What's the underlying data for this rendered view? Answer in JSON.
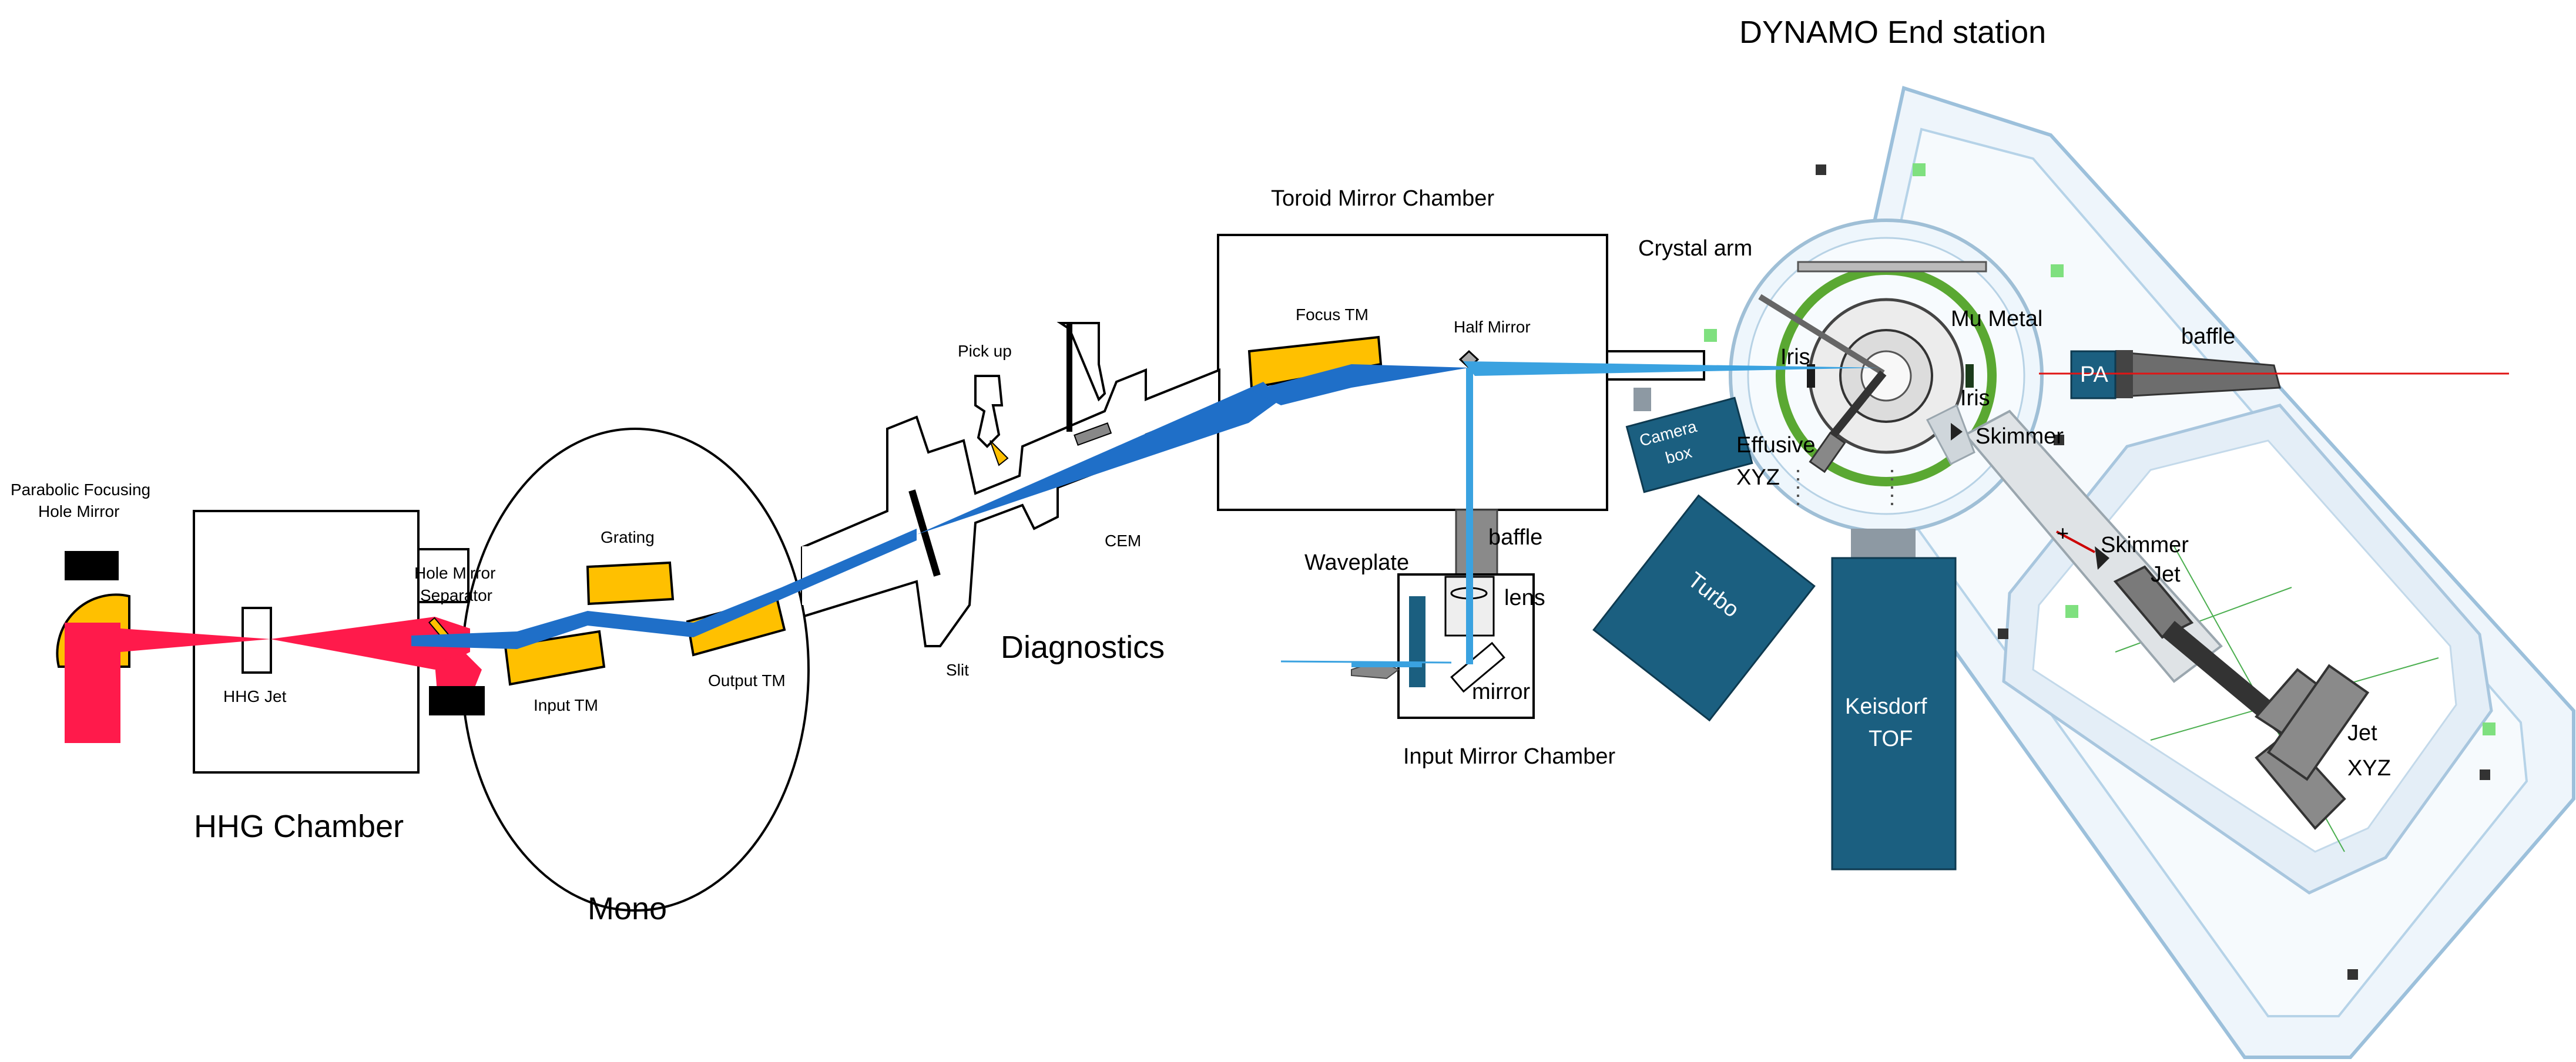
{
  "labels": {
    "dynamo_end_station": "DYNAMO End station",
    "toroid_mirror_chamber": "Toroid Mirror Chamber",
    "crystal_arm": "Crystal arm",
    "focus_tm": "Focus TM",
    "half_mirror": "Half Mirror",
    "mu_metal": "Mu Metal",
    "iris_left": "Iris",
    "iris_right": "Iris",
    "baffle_right": "baffle",
    "pa": "PA",
    "skimmer_top": "Skimmer",
    "skimmer_mid": "Skimmer",
    "jet": "Jet",
    "jet_xyz_1": "Jet",
    "jet_xyz_2": "XYZ",
    "camera_box_1": "Camera",
    "camera_box_2": "box",
    "effusive_1": "Effusive",
    "effusive_2": "XYZ",
    "turbo": "Turbo",
    "keisdorf_1": "Keisdorf",
    "keisdorf_2": "TOF",
    "pick_up": "Pick up",
    "cem": "CEM",
    "slit": "Slit",
    "diagnostics": "Diagnostics",
    "waveplate": "Waveplate",
    "baffle_input": "baffle",
    "lens": "lens",
    "mirror": "mirror",
    "input_mirror_chamber": "Input Mirror Chamber",
    "parabolic_1": "Parabolic Focusing",
    "parabolic_2": "Hole Mirror",
    "hhg_jet": "HHG Jet",
    "hole_mirror_separator_1": "Hole Mirror",
    "hole_mirror_separator_2": "Separator",
    "grating": "Grating",
    "input_tm": "Input TM",
    "output_tm": "Output TM",
    "hhg_chamber": "HHG Chamber",
    "mono": "Mono"
  },
  "colors": {
    "ir_beam": "#ff1a4b",
    "xuv_beam": "#1f6fc8",
    "xuv_beam_light": "#3aa2e0",
    "optic_gold": "#ffc000",
    "vacuum_teal": "#1b5f80",
    "station_frame": "#cfe4f2",
    "green_ring": "#5aa832"
  }
}
